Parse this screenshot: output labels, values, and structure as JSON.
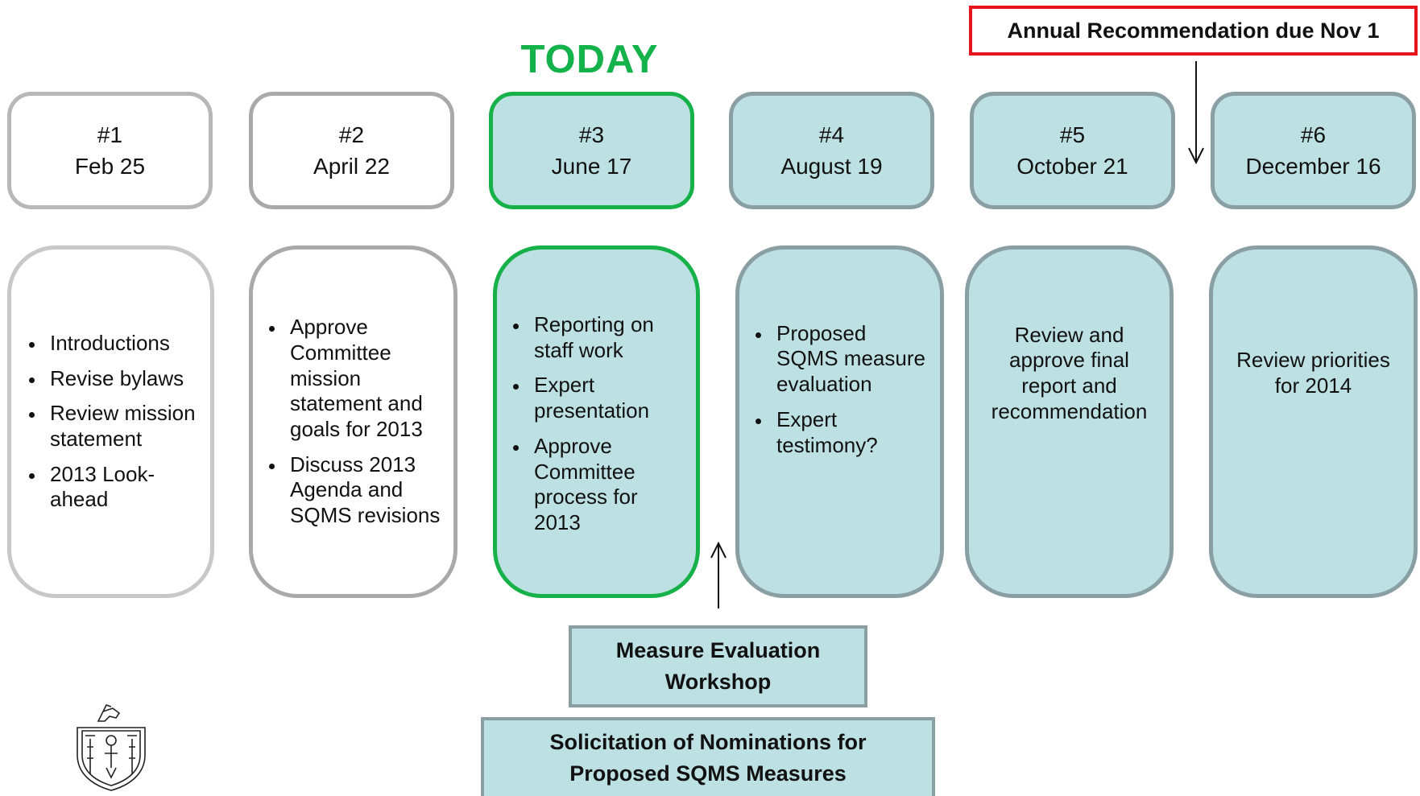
{
  "today_label": "TODAY",
  "annual_note": "Annual Recommendation due Nov 1",
  "meetings": [
    {
      "number": "#1",
      "date": "Feb 25"
    },
    {
      "number": "#2",
      "date": "April 22"
    },
    {
      "number": "#3",
      "date": "June 17"
    },
    {
      "number": "#4",
      "date": "August 19"
    },
    {
      "number": "#5",
      "date": "October 21"
    },
    {
      "number": "#6",
      "date": "December 16"
    }
  ],
  "agendas": {
    "m1": [
      "Introductions",
      "Revise bylaws",
      "Review mission statement",
      "2013 Look-ahead"
    ],
    "m2": [
      "Approve Committee mission statement and goals for 2013",
      "Discuss 2013 Agenda and SQMS revisions"
    ],
    "m3": [
      "Reporting on staff work",
      "Expert presentation",
      "Approve Committee process for 2013"
    ],
    "m4": [
      "Proposed SQMS measure evaluation",
      "Expert testimony?"
    ],
    "m5": "Review and approve final report and recommendation",
    "m6": "Review priorities for 2014"
  },
  "workshop_label": "Measure Evaluation Workshop",
  "solicitation_label": "Solicitation of Nominations for Proposed SQMS Measures",
  "colors": {
    "today_green": "#13b24a",
    "annual_border": "#e8141c",
    "teal_fill": "#bde1e3",
    "teal_border": "#8a9fa3",
    "done_border": "#b7b7b7"
  }
}
